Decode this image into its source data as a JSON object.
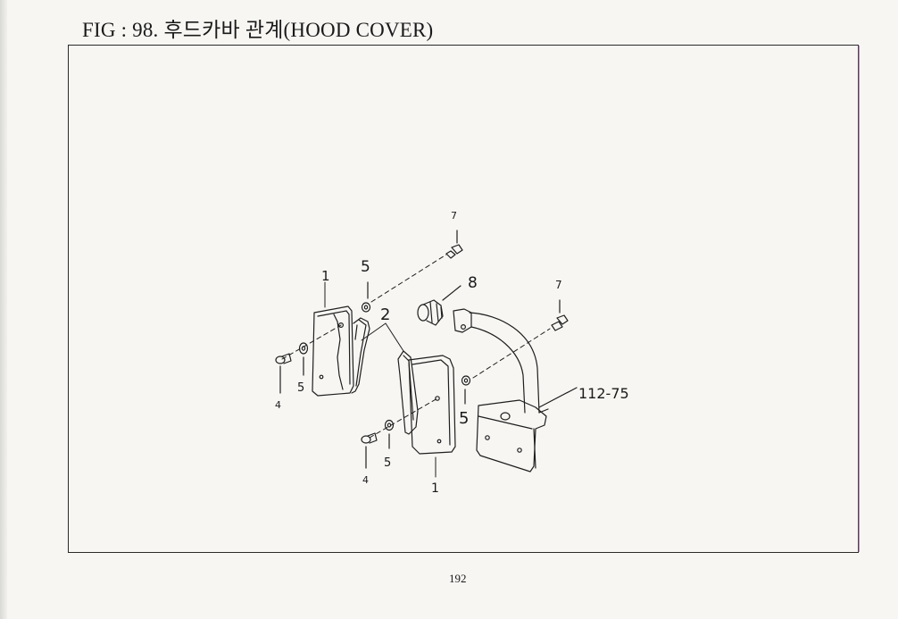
{
  "figure": {
    "title": "FIG : 98. 후드카바 관계(HOOD COVER)"
  },
  "callouts": {
    "c1_upper": "1",
    "c1_lower": "1",
    "c2": "2",
    "c4_left": "4",
    "c4_lower": "4",
    "c5_upper": "5",
    "c5_left": "5",
    "c5_lower": "5",
    "c5_right": "5",
    "c7_top": "7",
    "c7_right": "7",
    "c8": "8",
    "ref": "112-75"
  },
  "page": {
    "number": "192"
  }
}
